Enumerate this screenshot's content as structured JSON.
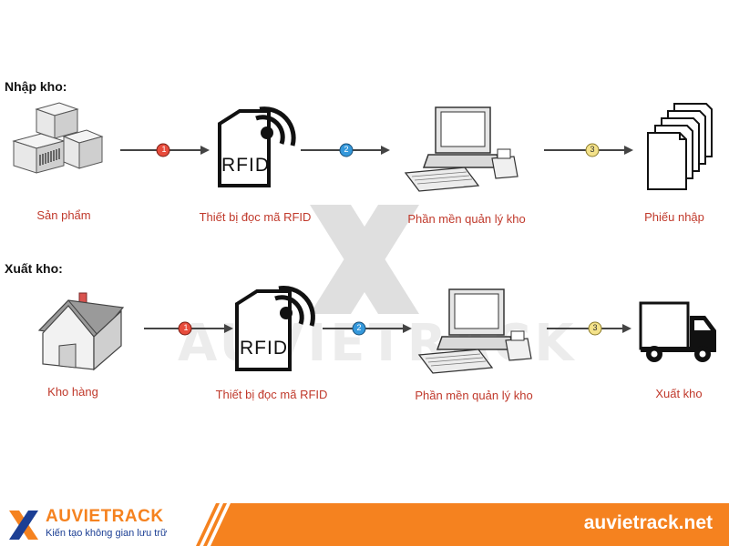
{
  "sections": {
    "import": {
      "title": "Nhập kho:",
      "labels": [
        "Sản phẩm",
        "Thiết bị đọc mã RFID",
        "Phần mền quản lý kho",
        "Phiếu nhập"
      ],
      "steps": [
        "1",
        "2",
        "3"
      ]
    },
    "export": {
      "title": "Xuất kho:",
      "labels": [
        "Kho hàng",
        "Thiết bị đọc mã RFID",
        "Phần mền quản lý kho",
        "Xuất kho"
      ],
      "steps": [
        "1",
        "2",
        "3"
      ]
    }
  },
  "rfid_text": "RFID",
  "watermark_text": "AUVIETRACK",
  "footer": {
    "brand": "AUVIETRACK",
    "slogan": "Kiến tạo không gian lưu trữ",
    "website": "auvietrack.net"
  },
  "colors": {
    "label": "#c0392b",
    "step1": "#e74c3c",
    "step2": "#3498db",
    "step3": "#f4e28a",
    "footer": "#f5821f",
    "brand_blue": "#1c3f94"
  },
  "icons": [
    "boxes-icon",
    "rfid-reader-icon",
    "computer-icon",
    "documents-icon",
    "warehouse-icon",
    "truck-icon"
  ]
}
